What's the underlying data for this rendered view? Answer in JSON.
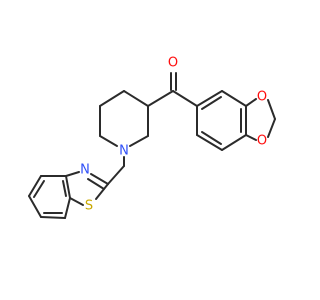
{
  "molecule": {
    "atoms": [
      {
        "id": "o_carbonyl",
        "symbol": "O",
        "color": "#ff0d0d"
      },
      {
        "id": "n_piperidine",
        "symbol": "N",
        "color": "#3050f8"
      },
      {
        "id": "n_thiazole",
        "symbol": "N",
        "color": "#3050f8"
      },
      {
        "id": "s_thiazole",
        "symbol": "S",
        "color": "#c8a800"
      },
      {
        "id": "o_dioxole_top",
        "symbol": "O",
        "color": "#ff0d0d"
      },
      {
        "id": "o_dioxole_bottom",
        "symbol": "O",
        "color": "#ff0d0d"
      }
    ],
    "bond_color": "#2b2b2b"
  }
}
